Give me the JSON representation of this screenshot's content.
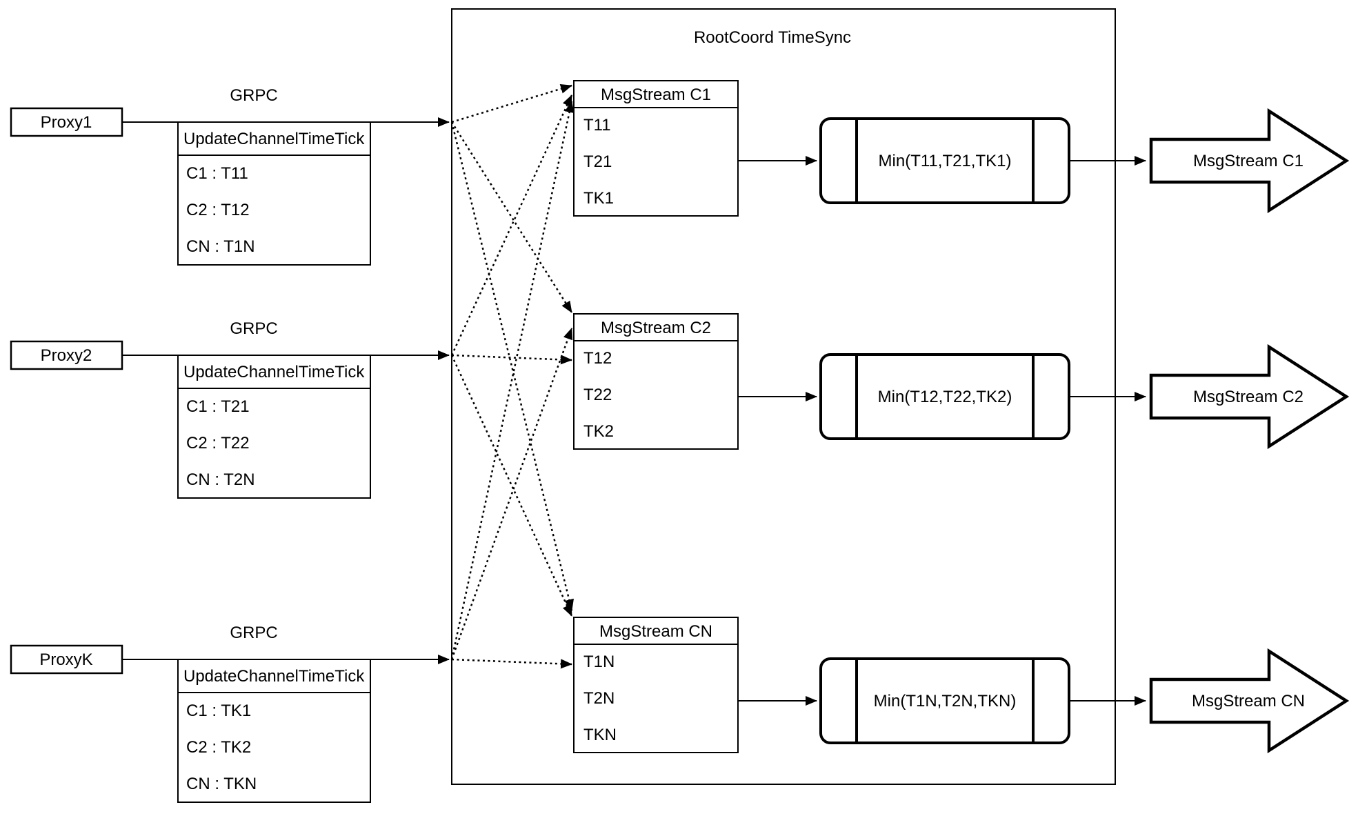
{
  "title": "RootCoord TimeSync",
  "colors": {
    "line": "#000000",
    "background": "#ffffff"
  },
  "proxies": [
    {
      "name": "Proxy1",
      "protocol_label": "GRPC",
      "message_header": "UpdateChannelTimeTick",
      "entries": [
        "C1 : T11",
        "C2 : T12",
        "CN : T1N"
      ]
    },
    {
      "name": "Proxy2",
      "protocol_label": "GRPC",
      "message_header": "UpdateChannelTimeTick",
      "entries": [
        "C1 : T21",
        "C2 : T22",
        "CN : T2N"
      ]
    },
    {
      "name": "ProxyK",
      "protocol_label": "GRPC",
      "message_header": "UpdateChannelTimeTick",
      "entries": [
        "C1 : TK1",
        "C2 : TK2",
        "CN : TKN"
      ]
    }
  ],
  "streams": [
    {
      "buffer_header": "MsgStream C1",
      "ticks": [
        "T11",
        "T21",
        "TK1"
      ],
      "min_label": "Min(T11,T21,TK1)",
      "output_label": "MsgStream C1"
    },
    {
      "buffer_header": "MsgStream C2",
      "ticks": [
        "T12",
        "T22",
        "TK2"
      ],
      "min_label": "Min(T12,T22,TK2)",
      "output_label": "MsgStream C2"
    },
    {
      "buffer_header": "MsgStream CN",
      "ticks": [
        "T1N",
        "T2N",
        "TKN"
      ],
      "min_label": "Min(T1N,T2N,TKN)",
      "output_label": "MsgStream CN"
    }
  ]
}
